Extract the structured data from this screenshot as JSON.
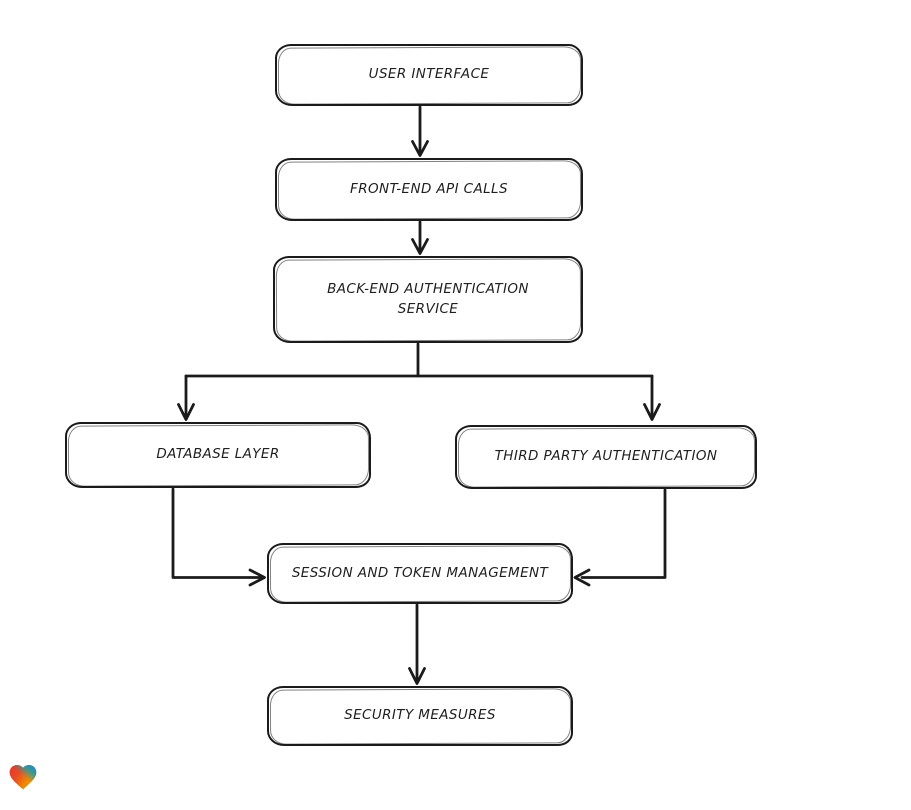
{
  "page": {
    "background_color": "#ffffff"
  },
  "diagram": {
    "type": "flowchart",
    "style": "hand-drawn",
    "stroke_color": "#1b1b1b",
    "node_fill_color": "#ffffff",
    "nodes": [
      {
        "id": "user-interface",
        "label": "USER INTERFACE"
      },
      {
        "id": "front-end-api-calls",
        "label": "FRONT-END API CALLS"
      },
      {
        "id": "back-end-authentication-service",
        "label": "BACK-END AUTHENTICATION SERVICE"
      },
      {
        "id": "database-layer",
        "label": "DATABASE LAYER"
      },
      {
        "id": "third-party-authentication",
        "label": "THIRD PARTY AUTHENTICATION"
      },
      {
        "id": "session-and-token-management",
        "label": "SESSION AND TOKEN MANAGEMENT"
      },
      {
        "id": "security-measures",
        "label": "SECURITY MEASURES"
      }
    ],
    "connections": [
      {
        "from": "user-interface",
        "to": "front-end-api-calls"
      },
      {
        "from": "front-end-api-calls",
        "to": "back-end-authentication-service"
      },
      {
        "from": "back-end-authentication-service",
        "to": "database-layer"
      },
      {
        "from": "back-end-authentication-service",
        "to": "third-party-authentication"
      },
      {
        "from": "database-layer",
        "to": "session-and-token-management"
      },
      {
        "from": "third-party-authentication",
        "to": "session-and-token-management"
      },
      {
        "from": "session-and-token-management",
        "to": "security-measures"
      }
    ],
    "watermark": {
      "icon": "heart-icon",
      "colors": {
        "top_left": "#e8352e",
        "top_right_teal": "#18a0ab",
        "top_right_blue": "#1f7ae0",
        "bottom": "#f08c00"
      }
    }
  }
}
